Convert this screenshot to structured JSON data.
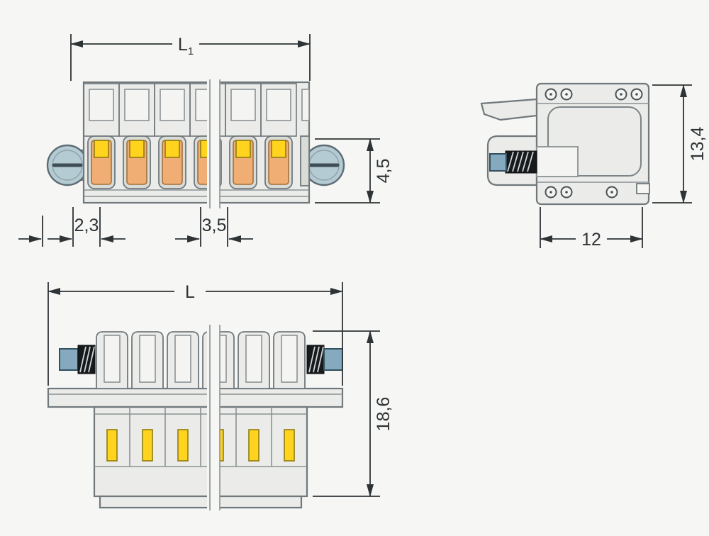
{
  "drawing": {
    "labels": {
      "l1_main": "L",
      "l1_sub": "1",
      "front_clamp_height": "4,5",
      "edge_pitch": "2,3",
      "pole_pitch": "3,5",
      "side_height": "13,4",
      "side_depth": "12",
      "overall_length": "L",
      "overall_height": "18,6"
    },
    "colors": {
      "background": "#f6f6f4",
      "line": "#2e3336",
      "body": "#ebece9",
      "body_stroke": "#70787c",
      "inner": "#f4f5f2",
      "slot": "#d9dbd7",
      "orange": "#f0ae74",
      "yellow": "#ffd31e",
      "screw_blue": "#b5cbd3",
      "screw_tip": "#85aabf",
      "thread_dark": "#17191b"
    }
  }
}
